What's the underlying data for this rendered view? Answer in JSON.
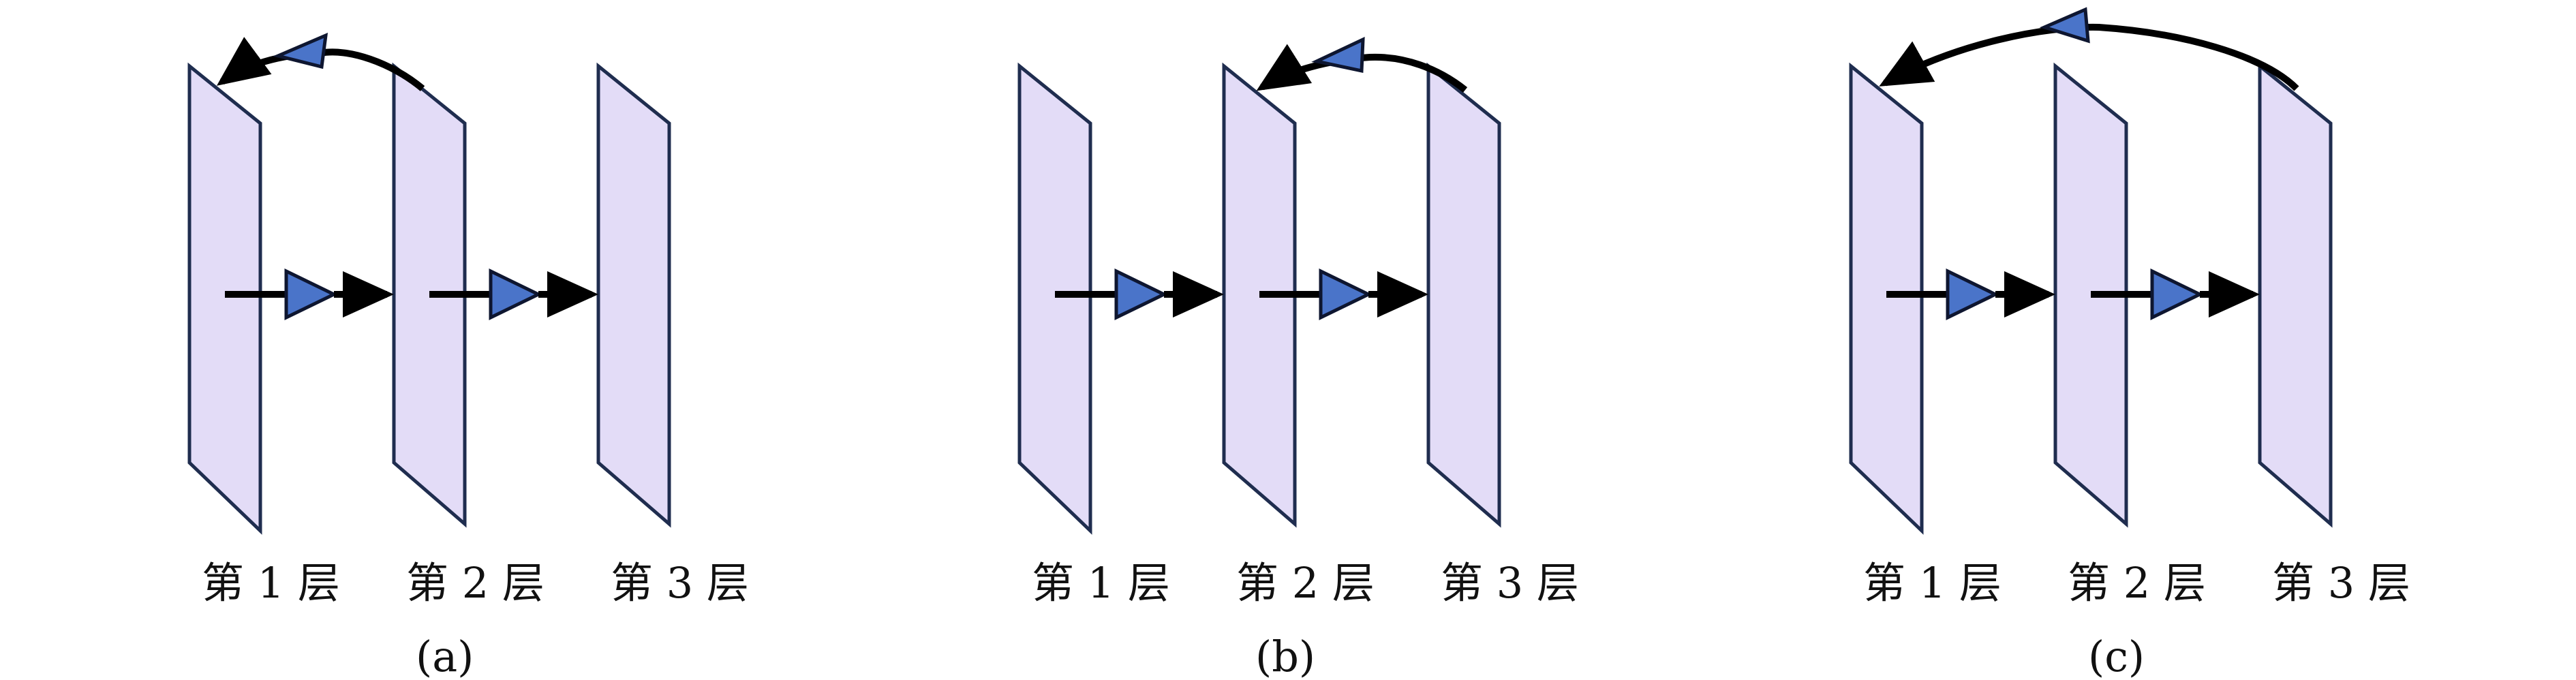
{
  "colors": {
    "panel_fill": "#e3dcf7",
    "panel_stroke": "#1f2d4f",
    "amplifier_fill": "#4a74c9",
    "amplifier_stroke": "#0e1630",
    "arrow": "#000000"
  },
  "panels": [
    {
      "caption": "(a)",
      "feedback": "layer 2 to layer 1",
      "layers": [
        {
          "label": "第 1 层"
        },
        {
          "label": "第 2 层"
        },
        {
          "label": "第 3 层"
        }
      ]
    },
    {
      "caption": "(b)",
      "feedback": "layer 3 to layer 2",
      "layers": [
        {
          "label": "第 1 层"
        },
        {
          "label": "第 2 层"
        },
        {
          "label": "第 3 层"
        }
      ]
    },
    {
      "caption": "(c)",
      "feedback": "layer 3 to layer 1",
      "layers": [
        {
          "label": "第 1 层"
        },
        {
          "label": "第 2 层"
        },
        {
          "label": "第 3 层"
        }
      ]
    }
  ]
}
